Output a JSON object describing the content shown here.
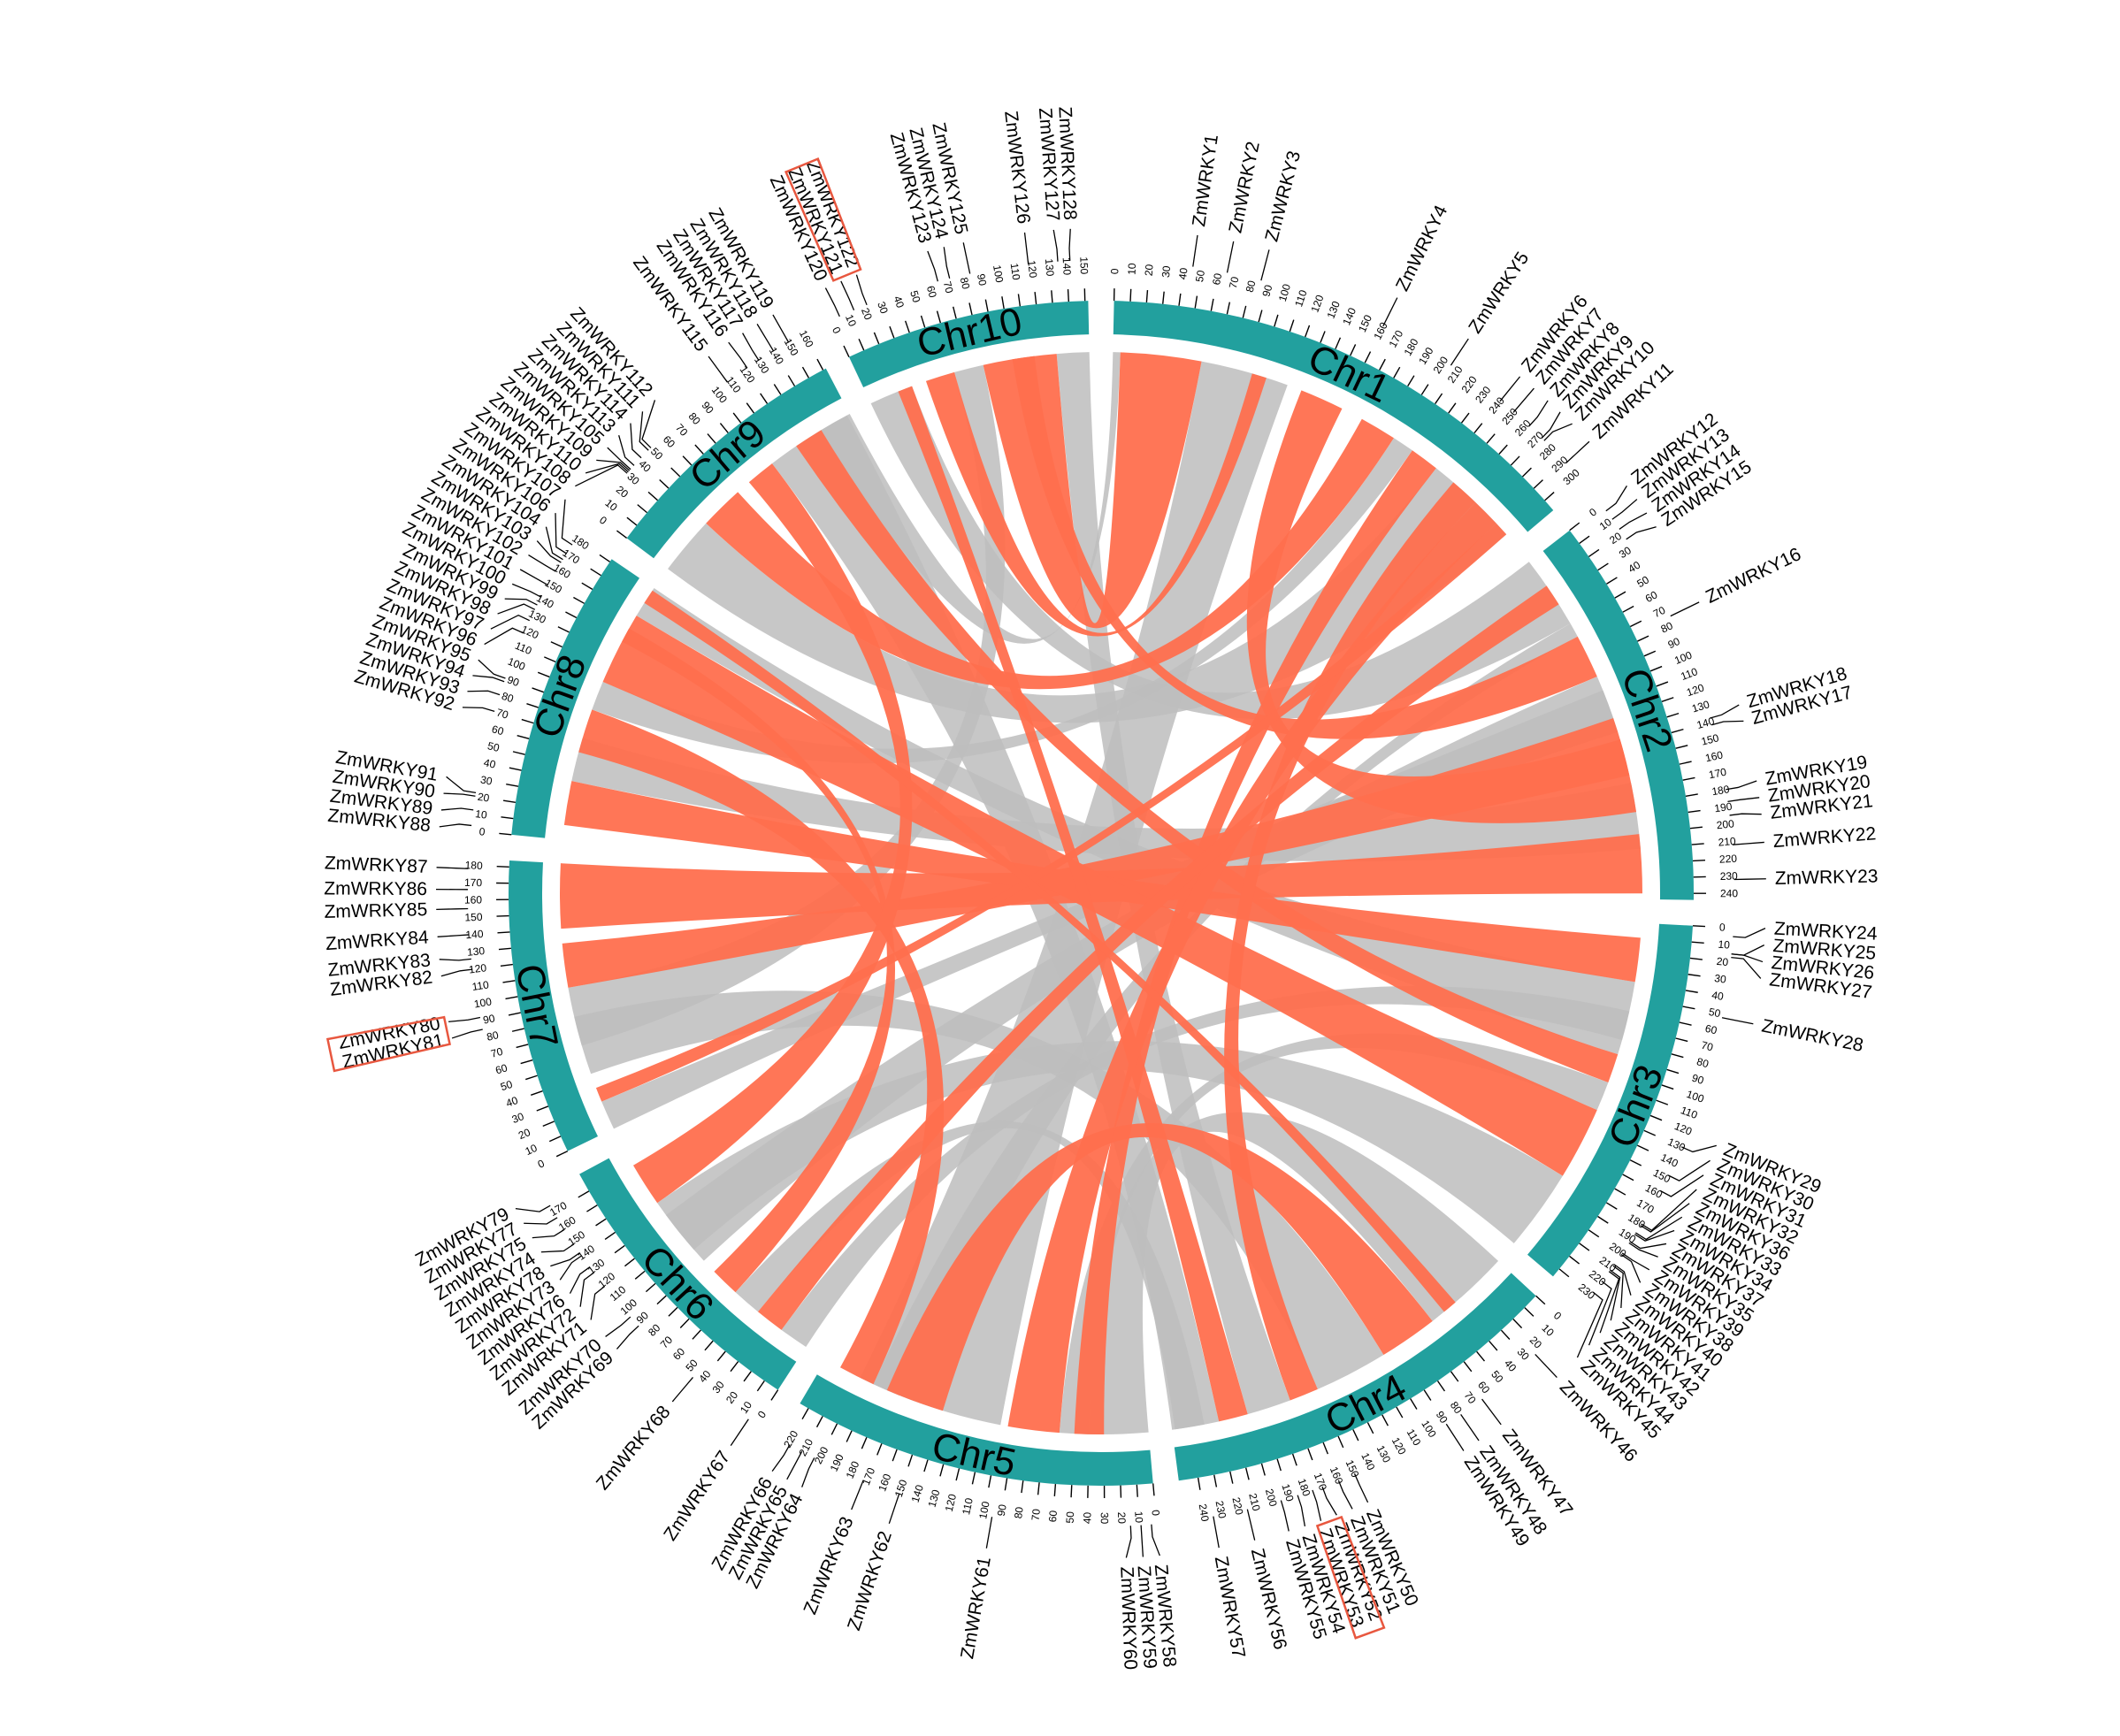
{
  "colors": {
    "chromosome": "#22a09e",
    "link_highlight": "#ff6f4e",
    "link_background": "#bdbdbd",
    "box": "#e8573f",
    "text": "#000000"
  },
  "chromosomes": [
    {
      "name": "Chr1",
      "length": 308,
      "ticks": [
        0,
        10,
        20,
        30,
        40,
        50,
        60,
        70,
        80,
        90,
        100,
        110,
        120,
        130,
        140,
        150,
        160,
        170,
        180,
        190,
        200,
        210,
        220,
        230,
        240,
        250,
        260,
        270,
        280,
        290,
        300
      ]
    },
    {
      "name": "Chr2",
      "length": 244,
      "ticks": [
        0,
        10,
        20,
        30,
        40,
        50,
        60,
        70,
        80,
        90,
        100,
        110,
        120,
        130,
        140,
        150,
        160,
        170,
        180,
        190,
        200,
        210,
        220,
        230,
        240
      ]
    },
    {
      "name": "Chr3",
      "length": 236,
      "ticks": [
        0,
        10,
        20,
        30,
        40,
        50,
        60,
        70,
        80,
        90,
        100,
        110,
        120,
        130,
        140,
        150,
        160,
        170,
        180,
        190,
        200,
        210,
        220,
        230
      ]
    },
    {
      "name": "Chr4",
      "length": 252,
      "ticks": [
        0,
        10,
        20,
        30,
        40,
        50,
        60,
        70,
        80,
        90,
        100,
        110,
        120,
        130,
        140,
        150,
        160,
        170,
        180,
        190,
        200,
        210,
        220,
        230,
        240
      ]
    },
    {
      "name": "Chr5",
      "length": 226,
      "ticks": [
        0,
        10,
        20,
        30,
        40,
        50,
        60,
        70,
        80,
        90,
        100,
        110,
        120,
        130,
        140,
        150,
        160,
        170,
        180,
        190,
        200,
        210,
        220
      ]
    },
    {
      "name": "Chr6",
      "length": 182,
      "ticks": [
        0,
        10,
        20,
        30,
        40,
        50,
        60,
        70,
        80,
        90,
        100,
        110,
        120,
        130,
        140,
        150,
        160,
        170
      ]
    },
    {
      "name": "Chr7",
      "length": 184,
      "ticks": [
        0,
        10,
        20,
        30,
        40,
        50,
        60,
        70,
        80,
        90,
        100,
        110,
        120,
        130,
        140,
        150,
        160,
        170,
        180
      ]
    },
    {
      "name": "Chr8",
      "length": 182,
      "ticks": [
        0,
        10,
        20,
        30,
        40,
        50,
        60,
        70,
        80,
        90,
        100,
        110,
        120,
        130,
        140,
        150,
        160,
        170,
        180
      ]
    },
    {
      "name": "Chr9",
      "length": 162,
      "ticks": [
        0,
        10,
        20,
        30,
        40,
        50,
        60,
        70,
        80,
        90,
        100,
        110,
        120,
        130,
        140,
        150,
        160
      ]
    },
    {
      "name": "Chr10",
      "length": 152,
      "ticks": [
        0,
        10,
        20,
        30,
        40,
        50,
        60,
        70,
        80,
        90,
        100,
        110,
        120,
        130,
        140,
        150
      ]
    }
  ],
  "genes": [
    {
      "name": "ZmWRKY1",
      "chr": "Chr1",
      "pos": 45
    },
    {
      "name": "ZmWRKY2",
      "chr": "Chr1",
      "pos": 65
    },
    {
      "name": "ZmWRKY3",
      "chr": "Chr1",
      "pos": 85
    },
    {
      "name": "ZmWRKY4",
      "chr": "Chr1",
      "pos": 160
    },
    {
      "name": "ZmWRKY5",
      "chr": "Chr1",
      "pos": 205
    },
    {
      "name": "ZmWRKY6",
      "chr": "Chr1",
      "pos": 240
    },
    {
      "name": "ZmWRKY7",
      "chr": "Chr1",
      "pos": 250
    },
    {
      "name": "ZmWRKY8",
      "chr": "Chr1",
      "pos": 262
    },
    {
      "name": "ZmWRKY9",
      "chr": "Chr1",
      "pos": 272
    },
    {
      "name": "ZmWRKY10",
      "chr": "Chr1",
      "pos": 274
    },
    {
      "name": "ZmWRKY11",
      "chr": "Chr1",
      "pos": 292
    },
    {
      "name": "ZmWRKY12",
      "chr": "Chr2",
      "pos": 4
    },
    {
      "name": "ZmWRKY13",
      "chr": "Chr2",
      "pos": 10
    },
    {
      "name": "ZmWRKY14",
      "chr": "Chr2",
      "pos": 17
    },
    {
      "name": "ZmWRKY15",
      "chr": "Chr2",
      "pos": 24
    },
    {
      "name": "ZmWRKY16",
      "chr": "Chr2",
      "pos": 75
    },
    {
      "name": "ZmWRKY18",
      "chr": "Chr2",
      "pos": 138
    },
    {
      "name": "ZmWRKY17",
      "chr": "Chr2",
      "pos": 142
    },
    {
      "name": "ZmWRKY19",
      "chr": "Chr2",
      "pos": 180
    },
    {
      "name": "ZmWRKY20",
      "chr": "Chr2",
      "pos": 187
    },
    {
      "name": "ZmWRKY21",
      "chr": "Chr2",
      "pos": 195
    },
    {
      "name": "ZmWRKY22",
      "chr": "Chr2",
      "pos": 212
    },
    {
      "name": "ZmWRKY23",
      "chr": "Chr2",
      "pos": 232
    },
    {
      "name": "ZmWRKY24",
      "chr": "Chr3",
      "pos": 5
    },
    {
      "name": "ZmWRKY25",
      "chr": "Chr3",
      "pos": 15
    },
    {
      "name": "ZmWRKY26",
      "chr": "Chr3",
      "pos": 15
    },
    {
      "name": "ZmWRKY27",
      "chr": "Chr3",
      "pos": 17
    },
    {
      "name": "ZmWRKY28",
      "chr": "Chr3",
      "pos": 52
    },
    {
      "name": "ZmWRKY29",
      "chr": "Chr3",
      "pos": 130
    },
    {
      "name": "ZmWRKY30",
      "chr": "Chr3",
      "pos": 148
    },
    {
      "name": "ZmWRKY31",
      "chr": "Chr3",
      "pos": 158
    },
    {
      "name": "ZmWRKY32",
      "chr": "Chr3",
      "pos": 180
    },
    {
      "name": "ZmWRKY36",
      "chr": "Chr3",
      "pos": 181
    },
    {
      "name": "ZmWRKY33",
      "chr": "Chr3",
      "pos": 186
    },
    {
      "name": "ZmWRKY34",
      "chr": "Chr3",
      "pos": 187
    },
    {
      "name": "ZmWRKY37",
      "chr": "Chr3",
      "pos": 192
    },
    {
      "name": "ZmWRKY35",
      "chr": "Chr3",
      "pos": 193
    },
    {
      "name": "ZmWRKY39",
      "chr": "Chr3",
      "pos": 200
    },
    {
      "name": "ZmWRKY38",
      "chr": "Chr3",
      "pos": 201
    },
    {
      "name": "ZmWRKY40",
      "chr": "Chr3",
      "pos": 208
    },
    {
      "name": "ZmWRKY41",
      "chr": "Chr3",
      "pos": 209
    },
    {
      "name": "ZmWRKY42",
      "chr": "Chr3",
      "pos": 212
    },
    {
      "name": "ZmWRKY43",
      "chr": "Chr3",
      "pos": 213
    },
    {
      "name": "ZmWRKY44",
      "chr": "Chr3",
      "pos": 220
    },
    {
      "name": "ZmWRKY45",
      "chr": "Chr3",
      "pos": 228
    },
    {
      "name": "ZmWRKY46",
      "chr": "Chr4",
      "pos": 25
    },
    {
      "name": "ZmWRKY47",
      "chr": "Chr4",
      "pos": 65
    },
    {
      "name": "ZmWRKY48",
      "chr": "Chr4",
      "pos": 80
    },
    {
      "name": "ZmWRKY49",
      "chr": "Chr4",
      "pos": 90
    },
    {
      "name": "ZmWRKY50",
      "chr": "Chr4",
      "pos": 150
    },
    {
      "name": "ZmWRKY51",
      "chr": "Chr4",
      "pos": 160
    },
    {
      "name": "ZmWRKY52",
      "chr": "Chr4",
      "pos": 170
    },
    {
      "name": "ZmWRKY53",
      "chr": "Chr4",
      "pos": 176
    },
    {
      "name": "ZmWRKY54",
      "chr": "Chr4",
      "pos": 185
    },
    {
      "name": "ZmWRKY55",
      "chr": "Chr4",
      "pos": 195
    },
    {
      "name": "ZmWRKY56",
      "chr": "Chr4",
      "pos": 215
    },
    {
      "name": "ZmWRKY57",
      "chr": "Chr4",
      "pos": 235
    },
    {
      "name": "ZmWRKY58",
      "chr": "Chr5",
      "pos": 3
    },
    {
      "name": "ZmWRKY59",
      "chr": "Chr5",
      "pos": 9
    },
    {
      "name": "ZmWRKY60",
      "chr": "Chr5",
      "pos": 15
    },
    {
      "name": "ZmWRKY61",
      "chr": "Chr5",
      "pos": 95
    },
    {
      "name": "ZmWRKY62",
      "chr": "Chr5",
      "pos": 150
    },
    {
      "name": "ZmWRKY63",
      "chr": "Chr5",
      "pos": 172
    },
    {
      "name": "ZmWRKY64",
      "chr": "Chr5",
      "pos": 203
    },
    {
      "name": "ZmWRKY65",
      "chr": "Chr5",
      "pos": 211
    },
    {
      "name": "ZmWRKY66",
      "chr": "Chr5",
      "pos": 219
    },
    {
      "name": "ZmWRKY67",
      "chr": "Chr6",
      "pos": 5
    },
    {
      "name": "ZmWRKY68",
      "chr": "Chr6",
      "pos": 45
    },
    {
      "name": "ZmWRKY69",
      "chr": "Chr6",
      "pos": 88
    },
    {
      "name": "ZmWRKY70",
      "chr": "Chr6",
      "pos": 95
    },
    {
      "name": "ZmWRKY71",
      "chr": "Chr6",
      "pos": 118
    },
    {
      "name": "ZmWRKY72",
      "chr": "Chr6",
      "pos": 128
    },
    {
      "name": "ZmWRKY76",
      "chr": "Chr6",
      "pos": 132
    },
    {
      "name": "ZmWRKY73",
      "chr": "Chr6",
      "pos": 140
    },
    {
      "name": "ZmWRKY78",
      "chr": "Chr6",
      "pos": 142
    },
    {
      "name": "ZmWRKY74",
      "chr": "Chr6",
      "pos": 148
    },
    {
      "name": "ZmWRKY75",
      "chr": "Chr6",
      "pos": 158
    },
    {
      "name": "ZmWRKY77",
      "chr": "Chr6",
      "pos": 166
    },
    {
      "name": "ZmWRKY79",
      "chr": "Chr6",
      "pos": 174
    },
    {
      "name": "ZmWRKY80",
      "chr": "Chr7",
      "pos": 92,
      "boxed": true
    },
    {
      "name": "ZmWRKY81",
      "chr": "Chr7",
      "pos": 85,
      "boxed": true
    },
    {
      "name": "ZmWRKY82",
      "chr": "Chr7",
      "pos": 120
    },
    {
      "name": "ZmWRKY83",
      "chr": "Chr7",
      "pos": 126
    },
    {
      "name": "ZmWRKY84",
      "chr": "Chr7",
      "pos": 140
    },
    {
      "name": "ZmWRKY85",
      "chr": "Chr7",
      "pos": 155
    },
    {
      "name": "ZmWRKY86",
      "chr": "Chr7",
      "pos": 166
    },
    {
      "name": "ZmWRKY87",
      "chr": "Chr7",
      "pos": 178
    },
    {
      "name": "ZmWRKY88",
      "chr": "Chr8",
      "pos": 3
    },
    {
      "name": "ZmWRKY89",
      "chr": "Chr8",
      "pos": 12
    },
    {
      "name": "ZmWRKY90",
      "chr": "Chr8",
      "pos": 20
    },
    {
      "name": "ZmWRKY91",
      "chr": "Chr8",
      "pos": 22
    },
    {
      "name": "ZmWRKY92",
      "chr": "Chr8",
      "pos": 70
    },
    {
      "name": "ZmWRKY93",
      "chr": "Chr8",
      "pos": 80
    },
    {
      "name": "ZmWRKY94",
      "chr": "Chr8",
      "pos": 88
    },
    {
      "name": "ZmWRKY95",
      "chr": "Chr8",
      "pos": 90
    },
    {
      "name": "ZmWRKY96",
      "chr": "Chr8",
      "pos": 118
    },
    {
      "name": "ZmWRKY97",
      "chr": "Chr8",
      "pos": 126
    },
    {
      "name": "ZmWRKY98",
      "chr": "Chr8",
      "pos": 133
    },
    {
      "name": "ZmWRKY99",
      "chr": "Chr8",
      "pos": 136
    },
    {
      "name": "ZmWRKY100",
      "chr": "Chr8",
      "pos": 141
    },
    {
      "name": "ZmWRKY101",
      "chr": "Chr8",
      "pos": 149
    },
    {
      "name": "ZmWRKY102",
      "chr": "Chr8",
      "pos": 158
    },
    {
      "name": "ZmWRKY103",
      "chr": "Chr8",
      "pos": 164
    },
    {
      "name": "ZmWRKY104",
      "chr": "Chr8",
      "pos": 166
    },
    {
      "name": "ZmWRKY106",
      "chr": "Chr8",
      "pos": 170
    },
    {
      "name": "ZmWRKY107",
      "chr": "Chr8",
      "pos": 176
    },
    {
      "name": "ZmWRKY108",
      "chr": "Chr9",
      "pos": 30
    },
    {
      "name": "ZmWRKY110",
      "chr": "Chr9",
      "pos": 31
    },
    {
      "name": "ZmWRKY109",
      "chr": "Chr9",
      "pos": 32
    },
    {
      "name": "ZmWRKY105",
      "chr": "Chr9",
      "pos": 33
    },
    {
      "name": "ZmWRKY113",
      "chr": "Chr9",
      "pos": 36
    },
    {
      "name": "ZmWRKY114",
      "chr": "Chr9",
      "pos": 42
    },
    {
      "name": "ZmWRKY111",
      "chr": "Chr9",
      "pos": 48
    },
    {
      "name": "ZmWRKY112",
      "chr": "Chr9",
      "pos": 50
    },
    {
      "name": "ZmWRKY115",
      "chr": "Chr9",
      "pos": 108
    },
    {
      "name": "ZmWRKY116",
      "chr": "Chr9",
      "pos": 122
    },
    {
      "name": "ZmWRKY117",
      "chr": "Chr9",
      "pos": 130
    },
    {
      "name": "ZmWRKY118",
      "chr": "Chr9",
      "pos": 140
    },
    {
      "name": "ZmWRKY119",
      "chr": "Chr9",
      "pos": 150
    },
    {
      "name": "ZmWRKY120",
      "chr": "Chr10",
      "pos": 5
    },
    {
      "name": "ZmWRKY121",
      "chr": "Chr10",
      "pos": 14,
      "boxed": true
    },
    {
      "name": "ZmWRKY122",
      "chr": "Chr10",
      "pos": 22,
      "boxed": true
    },
    {
      "name": "ZmWRKY123",
      "chr": "Chr10",
      "pos": 65
    },
    {
      "name": "ZmWRKY124",
      "chr": "Chr10",
      "pos": 72
    },
    {
      "name": "ZmWRKY125",
      "chr": "Chr10",
      "pos": 84
    },
    {
      "name": "ZmWRKY126",
      "chr": "Chr10",
      "pos": 118
    },
    {
      "name": "ZmWRKY127",
      "chr": "Chr10",
      "pos": 135
    },
    {
      "name": "ZmWRKY128",
      "chr": "Chr10",
      "pos": 142
    }
  ],
  "boxes": [
    {
      "chr": "Chr10",
      "from": 10,
      "to": 26
    },
    {
      "chr": "Chr7",
      "from": 81,
      "to": 96
    },
    {
      "chr": "Chr4",
      "from": 166,
      "to": 180
    }
  ],
  "highlight_links": [
    {
      "a": "Chr10",
      "a0": 80,
      "a1": 130,
      "b": "Chr1",
      "b0": 5,
      "b1": 60
    },
    {
      "a": "Chr10",
      "a0": 40,
      "a1": 60,
      "b": "Chr1",
      "b0": 95,
      "b1": 105
    },
    {
      "a": "Chr1",
      "a0": 130,
      "a1": 160,
      "b": "Chr2",
      "b0": 135,
      "b1": 185
    },
    {
      "a": "Chr1",
      "a0": 175,
      "a1": 200,
      "b": "Chr9",
      "b0": 40,
      "b1": 70
    },
    {
      "a": "Chr1",
      "a0": 215,
      "a1": 235,
      "b": "Chr5",
      "b0": 30,
      "b1": 50
    },
    {
      "a": "Chr2",
      "a0": 60,
      "a1": 90,
      "b": "Chr10",
      "b0": 100,
      "b1": 115
    },
    {
      "a": "Chr2",
      "a0": 120,
      "a1": 160,
      "b": "Chr7",
      "b0": 100,
      "b1": 130
    },
    {
      "a": "Chr2",
      "a0": 200,
      "a1": 240,
      "b": "Chr7",
      "b0": 140,
      "b1": 184
    },
    {
      "a": "Chr3",
      "a0": 10,
      "a1": 40,
      "b": "Chr8",
      "b0": 10,
      "b1": 40
    },
    {
      "a": "Chr3",
      "a0": 130,
      "a1": 180,
      "b": "Chr8",
      "b0": 110,
      "b1": 160
    },
    {
      "a": "Chr3",
      "a0": 90,
      "a1": 110,
      "b": "Chr9",
      "b0": 120,
      "b1": 140
    },
    {
      "a": "Chr4",
      "a0": 60,
      "a1": 100,
      "b": "Chr5",
      "b0": 140,
      "b1": 180
    },
    {
      "a": "Chr4",
      "a0": 150,
      "a1": 170,
      "b": "Chr1",
      "b0": 250,
      "b1": 270
    },
    {
      "a": "Chr4",
      "a0": 200,
      "a1": 220,
      "b": "Chr10",
      "b0": 20,
      "b1": 30
    },
    {
      "a": "Chr5",
      "a0": 60,
      "a1": 95,
      "b": "Chr1",
      "b0": 270,
      "b1": 290
    },
    {
      "a": "Chr5",
      "a0": 190,
      "a1": 215,
      "b": "Chr8",
      "b0": 60,
      "b1": 90
    },
    {
      "a": "Chr6",
      "a0": 20,
      "a1": 40,
      "b": "Chr2",
      "b0": 20,
      "b1": 35
    },
    {
      "a": "Chr6",
      "a0": 60,
      "a1": 80,
      "b": "Chr8",
      "b0": 140,
      "b1": 150
    },
    {
      "a": "Chr6",
      "a0": 140,
      "a1": 170,
      "b": "Chr9",
      "b0": 80,
      "b1": 100
    },
    {
      "a": "Chr7",
      "a0": 20,
      "a1": 30,
      "b": "Chr1",
      "b0": 290,
      "b1": 300
    },
    {
      "a": "Chr8",
      "a0": 170,
      "a1": 180,
      "b": "Chr4",
      "b0": 40,
      "b1": 50
    }
  ],
  "background_links": [
    {
      "a": "Chr1",
      "a0": 60,
      "a1": 120,
      "b": "Chr5",
      "b0": 100,
      "b1": 200
    },
    {
      "a": "Chr1",
      "a0": 235,
      "a1": 300,
      "b": "Chr9",
      "b0": 0,
      "b1": 40
    },
    {
      "a": "Chr2",
      "a0": 0,
      "a1": 50,
      "b": "Chr10",
      "b0": 0,
      "b1": 30
    },
    {
      "a": "Chr2",
      "a0": 90,
      "a1": 130,
      "b": "Chr6",
      "b0": 90,
      "b1": 130
    },
    {
      "a": "Chr2",
      "a0": 165,
      "a1": 210,
      "b": "Chr8",
      "b0": 40,
      "b1": 70
    },
    {
      "a": "Chr3",
      "a0": 40,
      "a1": 90,
      "b": "Chr8",
      "b0": 160,
      "b1": 182
    },
    {
      "a": "Chr3",
      "a0": 180,
      "a1": 236,
      "b": "Chr6",
      "b0": 100,
      "b1": 140
    },
    {
      "a": "Chr4",
      "a0": 0,
      "a1": 60,
      "b": "Chr5",
      "b0": 0,
      "b1": 40
    },
    {
      "a": "Chr4",
      "a0": 100,
      "a1": 150,
      "b": "Chr7",
      "b0": 40,
      "b1": 80
    },
    {
      "a": "Chr4",
      "a0": 220,
      "a1": 252,
      "b": "Chr9",
      "b0": 100,
      "b1": 160
    },
    {
      "a": "Chr5",
      "a0": 40,
      "a1": 60,
      "b": "Chr3",
      "b0": 110,
      "b1": 130
    },
    {
      "a": "Chr6",
      "a0": 0,
      "a1": 20,
      "b": "Chr3",
      "b0": 60,
      "b1": 80
    },
    {
      "a": "Chr7",
      "a0": 60,
      "a1": 100,
      "b": "Chr10",
      "b0": 60,
      "b1": 80
    },
    {
      "a": "Chr7",
      "a0": 0,
      "a1": 20,
      "b": "Chr2",
      "b0": 100,
      "b1": 120
    },
    {
      "a": "Chr8",
      "a0": 90,
      "a1": 110,
      "b": "Chr1",
      "b0": 200,
      "b1": 215
    },
    {
      "a": "Chr9",
      "a0": 140,
      "a1": 162,
      "b": "Chr1",
      "b0": 0,
      "b1": 5
    },
    {
      "a": "Chr10",
      "a0": 130,
      "a1": 152,
      "b": "Chr4",
      "b0": 170,
      "b1": 200
    },
    {
      "a": "Chr6",
      "a0": 40,
      "a1": 60,
      "b": "Chr4",
      "b0": 230,
      "b1": 250
    },
    {
      "a": "Chr5",
      "a0": 160,
      "a1": 190,
      "b": "Chr2",
      "b0": 50,
      "b1": 60
    }
  ]
}
